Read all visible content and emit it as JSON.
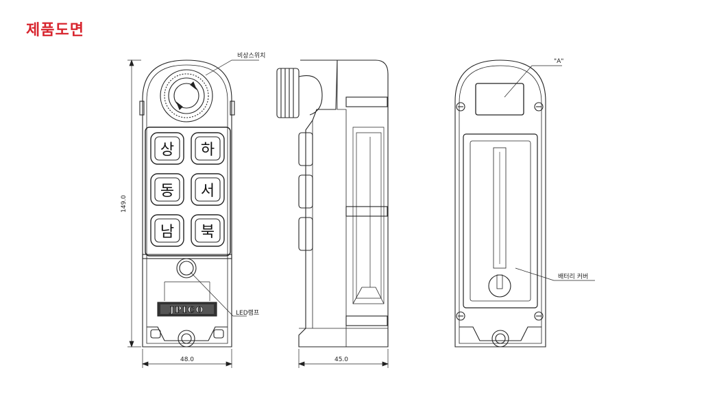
{
  "page": {
    "title": "제품도면"
  },
  "labels": {
    "emergency_switch": "비상스위치",
    "a_mark": "\"A\"",
    "led_lamp": "LED램프",
    "battery_cover": "배터리 커버"
  },
  "dimensions": {
    "height": "149.0",
    "front_width": "48.0",
    "side_width": "45.0"
  },
  "buttons": [
    {
      "id": "up",
      "label": "상"
    },
    {
      "id": "down",
      "label": "하"
    },
    {
      "id": "east",
      "label": "동"
    },
    {
      "id": "west",
      "label": "서"
    },
    {
      "id": "south",
      "label": "남"
    },
    {
      "id": "north",
      "label": "북"
    }
  ],
  "logo": "JPICO"
}
